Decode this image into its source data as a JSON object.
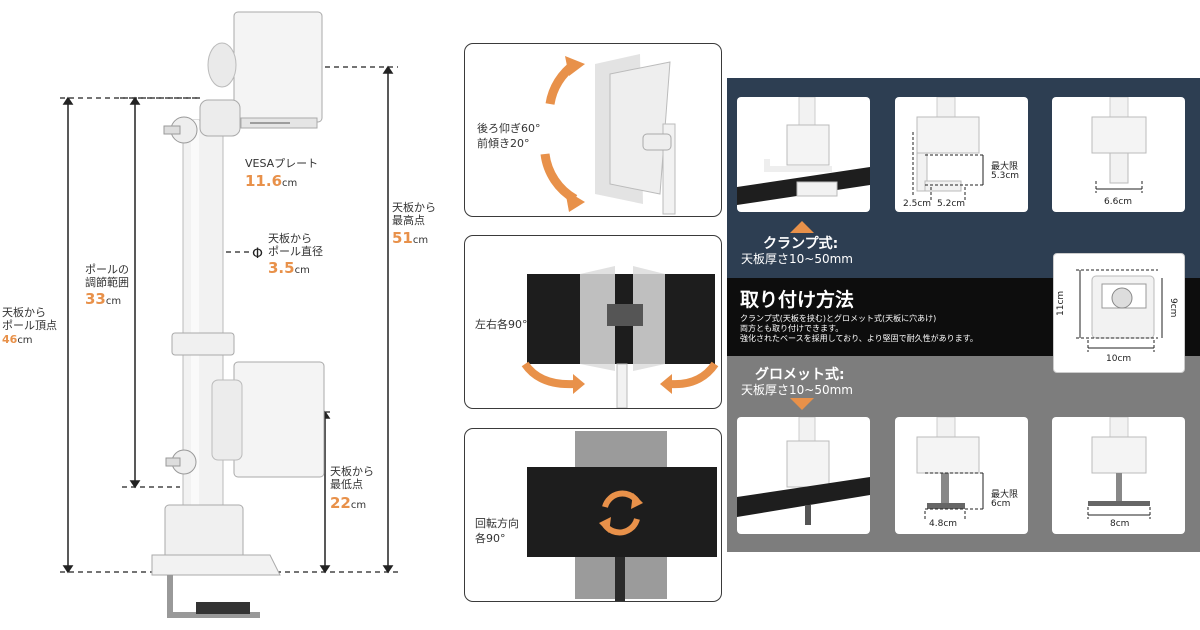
{
  "dimensions": {
    "vesa": {
      "label": "VESAプレート",
      "value": "11.6",
      "unit": "cm"
    },
    "pole_diameter": {
      "label1": "天板から",
      "label2": "ポール直径",
      "value": "3.5",
      "unit": "cm"
    },
    "adjust_range": {
      "label1": "ポールの",
      "label2": "調節範囲",
      "value": "33",
      "unit": "cm"
    },
    "pole_top": {
      "label1": "天板から",
      "label2": "ポール頂点",
      "value": "46",
      "unit": "cm"
    },
    "max_height": {
      "label1": "天板から",
      "label2": "最高点",
      "value": "51",
      "unit": "cm"
    },
    "min_height": {
      "label1": "天板から",
      "label2": "最低点",
      "value": "22",
      "unit": "cm"
    }
  },
  "motions": {
    "tilt": {
      "line1": "後ろ仰ぎ60°",
      "line2": "前傾き20°"
    },
    "swivel": {
      "line1": "左右各90°"
    },
    "rotate": {
      "line1": "回転方向",
      "line2": "各90°"
    }
  },
  "install": {
    "title": "取り付け方法",
    "desc1": "クランプ式(天板を挟む)とグロメット式(天板に穴あけ)",
    "desc2": "両方とも取り付けできます。",
    "desc3": "強化されたベースを採用しており、より堅固で耐久性があります。",
    "clamp": {
      "title": "クランプ式:",
      "sub": "天板厚さ10~50mm",
      "max_label": "最大限",
      "max_value": "5.3cm",
      "d1": "2.5cm",
      "d2": "5.2cm",
      "d3": "6.6cm"
    },
    "grommet": {
      "title": "グロメット式:",
      "sub": "天板厚さ10~50mm",
      "max_label": "最大限",
      "max_value": "6cm",
      "d1": "4.8cm",
      "d2": "8cm"
    },
    "base": {
      "h1": "11cm",
      "h2": "9cm",
      "w": "10cm"
    }
  },
  "colors": {
    "accent": "#e8914a",
    "dark_panel": "#2d3e52",
    "grey_panel": "#7d7d7d",
    "title_band": "#0d0d0d"
  }
}
